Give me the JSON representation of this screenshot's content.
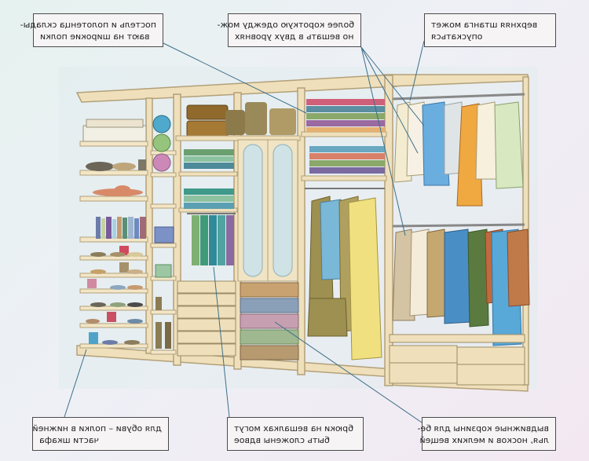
{
  "callouts": {
    "top_left": {
      "line1": "постель и полотенца склады-",
      "line2": "вают на широкие полки"
    },
    "top_mid": {
      "line1": "более короткую одежду мож-",
      "line2": "но вешать в двух уровнях"
    },
    "top_right": {
      "line1": "верхняя штанга может",
      "line2": "опускаться"
    },
    "bottom_left": {
      "line1": "для обуви – полки в нижней",
      "line2": "части шкафа"
    },
    "bottom_mid": {
      "line1": "брюки на вешалках могут",
      "line2": "быть сложены вдвое"
    },
    "bottom_right": {
      "line1": "выдвижные корзины для бе-",
      "line2": "лья, носков и мелких вещей"
    }
  },
  "colors": {
    "wood": "#efe0bb",
    "wood_edge": "#b3a079",
    "leader": "#3c6f8a",
    "callout_border": "#4b4b4b"
  }
}
